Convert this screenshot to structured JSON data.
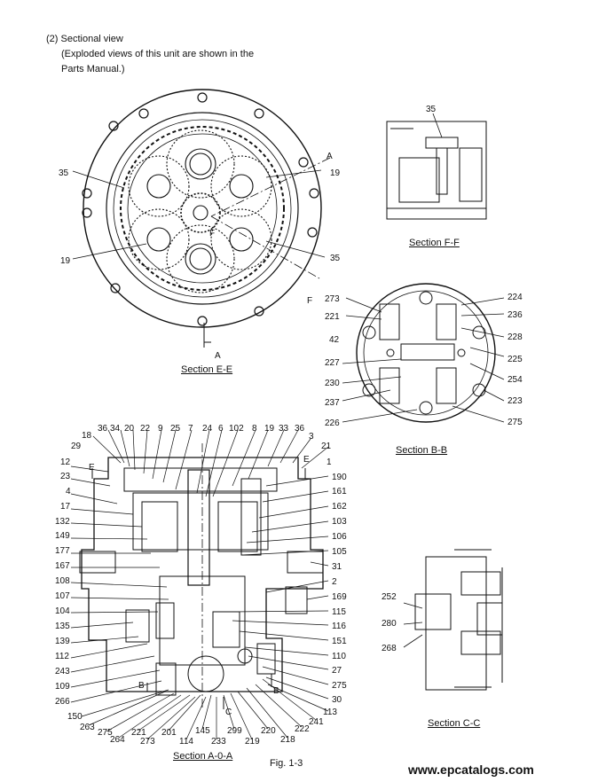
{
  "header": {
    "title": "(2) Sectional view",
    "note_line1": "(Exploded views of this unit are shown in the",
    "note_line2": "Parts Manual.)"
  },
  "captions": {
    "ee": "Section  E-E",
    "ff": "Section  F-F",
    "bb": "Section  B-B",
    "cc": "Section  C-C",
    "a0a": "Section  A-0-A",
    "fig": "Fig. 1-3"
  },
  "watermark": "www.epcatalogs.com",
  "labels": {
    "ee": [
      "35",
      "19",
      "19",
      "35",
      "A",
      "A",
      "F",
      "F"
    ],
    "ff": [
      "35"
    ],
    "bb_left": [
      "273",
      "221",
      "42",
      "227",
      "230",
      "237",
      "226"
    ],
    "bb_right": [
      "224",
      "236",
      "228",
      "225",
      "254",
      "223",
      "275"
    ],
    "a0a_top": [
      "18",
      "36",
      "34",
      "20",
      "22",
      "9",
      "25",
      "7",
      "24",
      "6",
      "102",
      "8",
      "19",
      "33",
      "36",
      "3"
    ],
    "a0a_left": [
      "29",
      "12",
      "E",
      "23",
      "4",
      "17",
      "132",
      "149",
      "177",
      "167",
      "108",
      "107",
      "104",
      "135",
      "139",
      "112",
      "243",
      "109",
      "266",
      "150"
    ],
    "a0a_right": [
      "21",
      "E",
      "1",
      "190",
      "161",
      "162",
      "103",
      "106",
      "105",
      "31",
      "2",
      "169",
      "115",
      "116",
      "151",
      "110",
      "27",
      "275",
      "30",
      "113"
    ],
    "a0a_bottom": [
      "263",
      "275",
      "264",
      "221",
      "273",
      "201",
      "114",
      "145",
      "233",
      "299",
      "219",
      "220",
      "218",
      "222",
      "241"
    ],
    "a0a_marks": [
      "B",
      "B",
      "C"
    ],
    "cc": [
      "252",
      "280",
      "268"
    ]
  }
}
